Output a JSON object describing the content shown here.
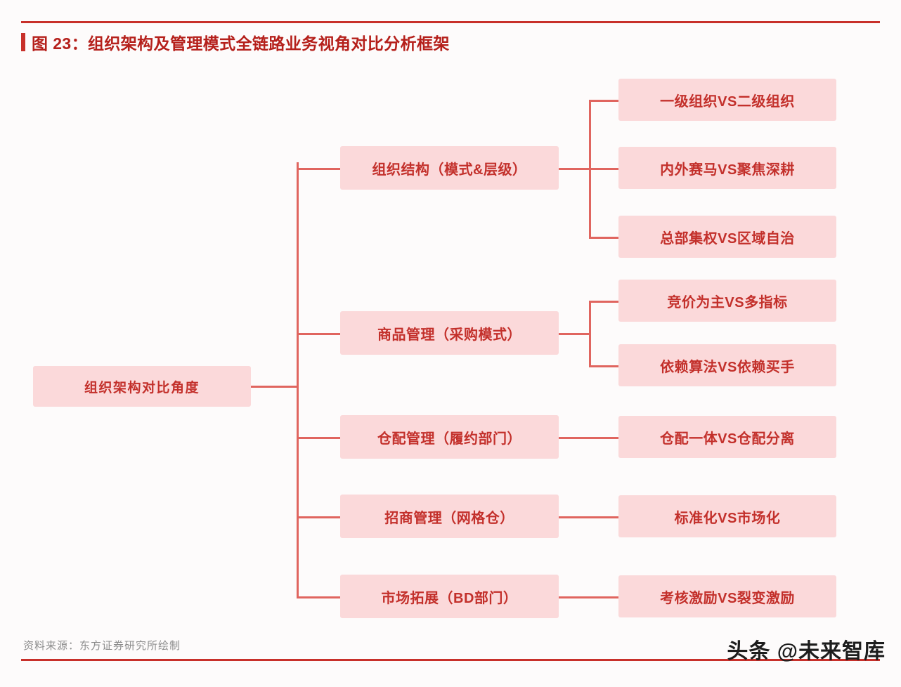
{
  "header": {
    "figure_label": "图 23：",
    "title": "图 23：组织架构及管理模式全链路业务视角对比分析框架"
  },
  "footer": {
    "source": "资料来源：东方证券研究所绘制",
    "watermark": "头条 @未来智库"
  },
  "colors": {
    "accent_red": "#c8302a",
    "title_red": "#b5201b",
    "node_fill": "#fbd9da",
    "node_text": "#c3302b",
    "connector": "#e0655f",
    "page_bg": "#fdfbfb",
    "source_gray": "#8c8c8c"
  },
  "diagram": {
    "type": "tree",
    "root": {
      "label": "组织架构对比角度"
    },
    "branches": [
      {
        "label": "组织结构（模式&层级）",
        "children": [
          {
            "label": "一级组织VS二级组织"
          },
          {
            "label": "内外赛马VS聚焦深耕"
          },
          {
            "label": "总部集权VS区域自治"
          }
        ]
      },
      {
        "label": "商品管理（采购模式）",
        "children": [
          {
            "label": "竞价为主VS多指标"
          },
          {
            "label": "依赖算法VS依赖买手"
          }
        ]
      },
      {
        "label": "仓配管理（履约部门）",
        "children": [
          {
            "label": "仓配一体VS仓配分离"
          }
        ]
      },
      {
        "label": "招商管理（网格仓）",
        "children": [
          {
            "label": "标准化VS市场化"
          }
        ]
      },
      {
        "label": "市场拓展（BD部门）",
        "children": [
          {
            "label": "考核激励VS裂变激励"
          }
        ]
      }
    ]
  }
}
